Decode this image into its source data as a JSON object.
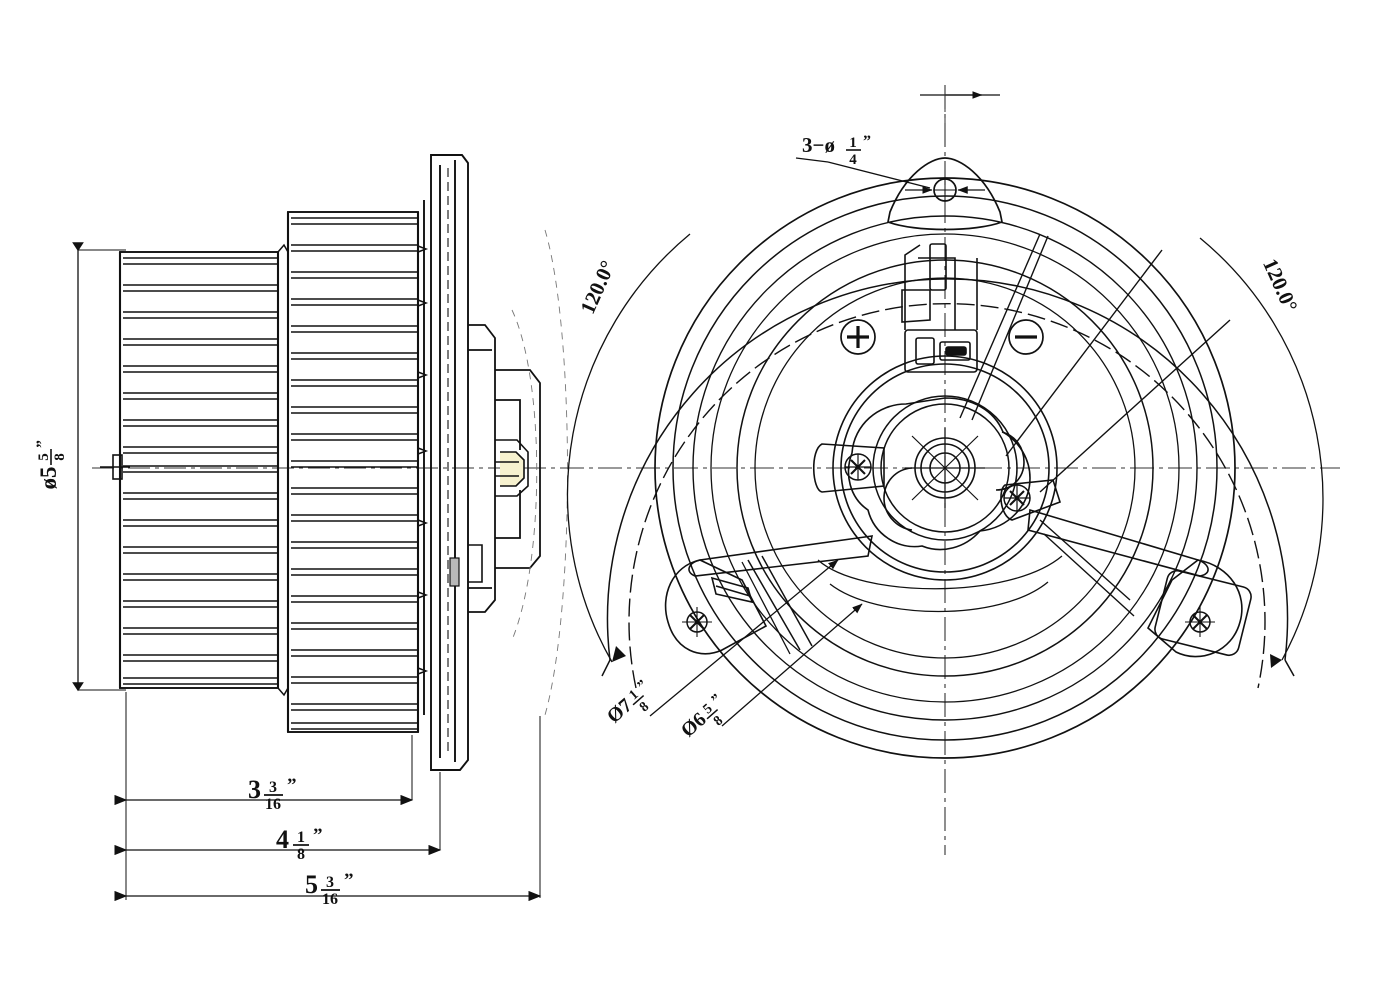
{
  "drawing": {
    "title": "HVAC Blower Motor Assembly Engineering Drawing",
    "background_color": "#ffffff",
    "line_color": "#111111",
    "views": [
      {
        "name": "side-section-view",
        "label": ""
      },
      {
        "name": "front-circular-view",
        "label": ""
      }
    ]
  },
  "side_view": {
    "diameter_dimension": "ø5",
    "diameter_fraction_num": "5",
    "diameter_fraction_den": "8",
    "diameter_unit": "”",
    "linear_dimensions": [
      {
        "name": "wheel-depth",
        "whole": "3",
        "num": "3",
        "den": "16",
        "unit": "”"
      },
      {
        "name": "wheel-plus-flange-depth",
        "whole": "4",
        "num": "1",
        "den": "8",
        "unit": "”"
      },
      {
        "name": "overall-depth",
        "whole": "5",
        "num": "3",
        "den": "16",
        "unit": "”"
      }
    ]
  },
  "front_view": {
    "hole_callout": {
      "prefix": "3−ø",
      "num": "1",
      "den": "4",
      "unit": "”"
    },
    "angles": [
      {
        "name": "angle-left",
        "value": "120.0°"
      },
      {
        "name": "angle-right",
        "value": "120.0°"
      }
    ],
    "diameters": [
      {
        "name": "bolt-circle-diameter",
        "prefix": "Ø7",
        "num": "1",
        "den": "8",
        "unit": "”"
      },
      {
        "name": "housing-diameter",
        "prefix": "Ø6",
        "num": "5",
        "den": "8",
        "unit": "”"
      }
    ],
    "terminals": [
      {
        "name": "positive-terminal",
        "symbol": "+"
      },
      {
        "name": "negative-terminal",
        "symbol": "−"
      }
    ]
  }
}
